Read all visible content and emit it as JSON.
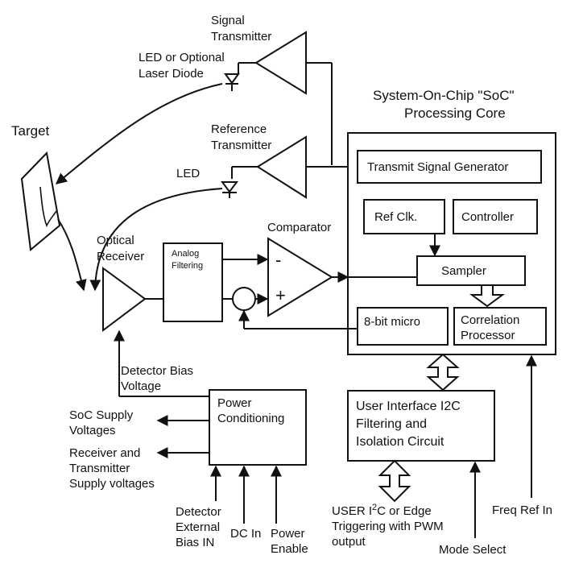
{
  "labels": {
    "signal_transmitter": [
      "Signal",
      "Transmitter"
    ],
    "led_or_laser": [
      "LED or Optional",
      "Laser Diode"
    ],
    "soc_title": [
      "System-On-Chip \"SoC\"",
      "Processing Core"
    ],
    "target": "Target",
    "reference_transmitter": [
      "Reference",
      "Transmitter"
    ],
    "led": "LED",
    "transmit_signal_generator": "Transmit Signal Generator",
    "comparator": "Comparator",
    "optical_receiver": [
      "Optical",
      "Receiver"
    ],
    "analog_filtering": [
      "Analog",
      "Filtering"
    ],
    "ref_clk": "Ref Clk.",
    "controller": "Controller",
    "sampler": "Sampler",
    "comparator_minus": "-",
    "comparator_plus": "+",
    "micro": "8-bit micro",
    "correlation_processor": [
      "Correlation",
      "Processor"
    ],
    "detector_bias_voltage": [
      "Detector Bias",
      "Voltage"
    ],
    "power_conditioning": [
      "Power",
      "Conditioning"
    ],
    "soc_supply": [
      "SoC Supply",
      "Voltages"
    ],
    "receiver_transmitter_supply": [
      "Receiver and",
      "Transmitter",
      "Supply voltages"
    ],
    "user_interface": [
      "User Interface I2C",
      "Filtering and",
      "Isolation Circuit"
    ],
    "detector_external_bias": [
      "Detector",
      "External",
      "Bias IN"
    ],
    "dc_in": "DC In",
    "power_enable": [
      "Power",
      "Enable"
    ],
    "user_i2c_pre": "USER I",
    "user_i2c_sup": "2",
    "user_i2c_post": "C or Edge",
    "user_i2c_line2": "Triggering with PWM",
    "user_i2c_line3": "output",
    "mode_select": "Mode Select",
    "freq_ref_in": "Freq Ref In"
  }
}
